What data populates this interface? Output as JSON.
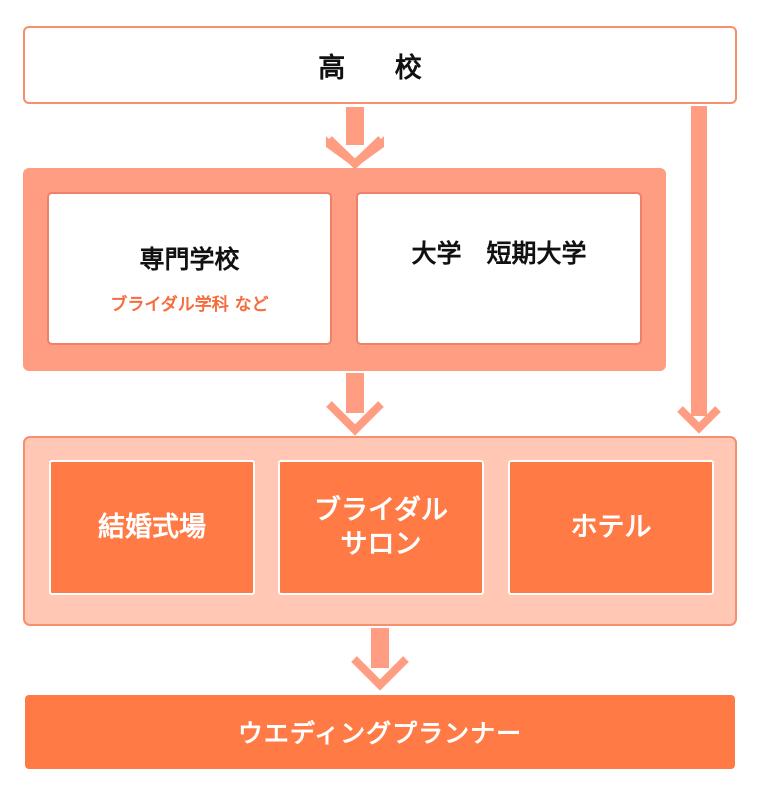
{
  "diagram": {
    "top": {
      "label": "高 校"
    },
    "schools": [
      {
        "title": "専門学校",
        "subtitle": "ブライダル学科 など"
      },
      {
        "title": "大学　短期大学",
        "subtitle": ""
      }
    ],
    "workplaces": [
      {
        "label": "結婚式場"
      },
      {
        "label_line1": "ブライダル",
        "label_line2": "サロン"
      },
      {
        "label": "ホテル"
      }
    ],
    "goal": {
      "label": "ウエディングプランナー"
    },
    "colors": {
      "accent": "#ff7a45",
      "arrow": "#ff9d83",
      "school_group_bg": "#ff9d83",
      "work_group_bg": "#ffc7b4",
      "subtitle_text": "#f56c3d",
      "border": "#f58f6d"
    }
  }
}
